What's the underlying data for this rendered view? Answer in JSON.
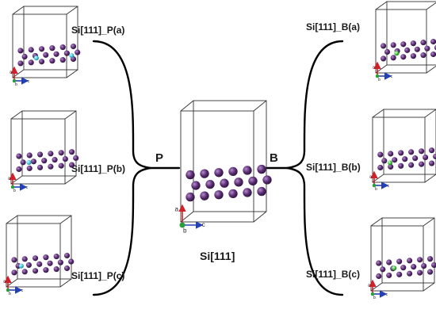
{
  "labels": {
    "center": "Si[111]",
    "p_branch": "P",
    "b_branch": "B",
    "p_a": "Si[111]_P(a)",
    "p_b": "Si[111]_P(b)",
    "p_c": "Si[111]_P(c)",
    "b_a": "Si[111]_B(a)",
    "b_b": "Si[111]_B(b)",
    "b_c": "Si[111]_B(c)"
  },
  "axes": {
    "a": "a",
    "b": "b",
    "c": "c"
  },
  "colors": {
    "si_atom": "#5a2d73",
    "p_atom": "#3ec8d8",
    "b_atom": "#3fbf3f",
    "axis_a": "#d0202a",
    "axis_b": "#2a9d3a",
    "axis_c": "#2340b8",
    "cell_edge": "#333333",
    "brace": "#000000"
  },
  "icons": {
    "atom": "sphere-icon",
    "axes": "axis-triad-icon"
  }
}
